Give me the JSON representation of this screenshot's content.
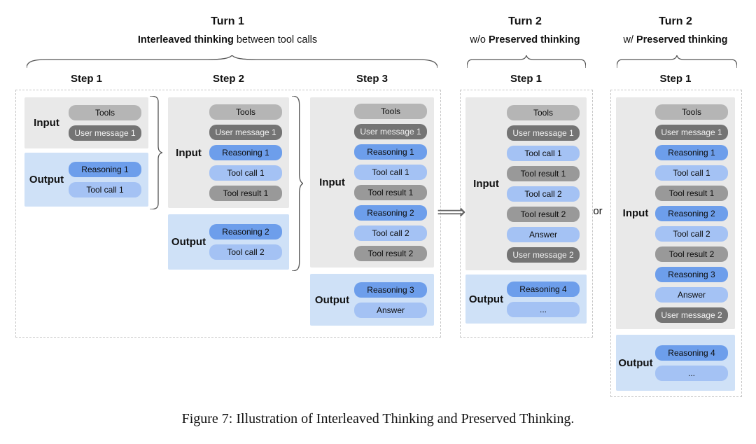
{
  "caption": "Figure 7: Illustration of Interleaved Thinking and Preserved Thinking.",
  "connectors": {
    "arrow": "⟹",
    "or": "or"
  },
  "palette": {
    "input_bg": "#e9e9e9",
    "output_bg": "#cfe1f7",
    "tools": "#b5b5b5",
    "user_message": "#747474",
    "reasoning": "#6d9eeb",
    "tool_call": "#a4c2f4",
    "tool_result": "#999999",
    "answer": "#a4c2f4",
    "ellipsis": "#a4c2f4",
    "brace_color": "#555555",
    "box_dash": "#c6c6c6"
  },
  "headers": [
    {
      "title": "Turn 1",
      "subtitle": [
        {
          "text": "Interleaved thinking",
          "bold": true
        },
        {
          "text": " between tool calls",
          "bold": false
        }
      ]
    },
    {
      "title": "Turn 2",
      "subtitle": [
        {
          "text": "w/o ",
          "bold": false
        },
        {
          "text": "Preserved thinking",
          "bold": true
        }
      ]
    },
    {
      "title": "Turn 2",
      "subtitle": [
        {
          "text": "w/ ",
          "bold": false
        },
        {
          "text": "Preserved thinking",
          "bold": true
        }
      ]
    }
  ],
  "columns": [
    {
      "step": "Step 1",
      "input_label": "Input",
      "output_label": "Output",
      "input_pills": [
        {
          "label": "Tools",
          "type": "tools"
        },
        {
          "label": "User message 1",
          "type": "user_message"
        }
      ],
      "output_pills": [
        {
          "label": "Reasoning 1",
          "type": "reasoning"
        },
        {
          "label": "Tool call 1",
          "type": "tool_call"
        }
      ]
    },
    {
      "step": "Step 2",
      "input_label": "Input",
      "output_label": "Output",
      "input_pills": [
        {
          "label": "Tools",
          "type": "tools"
        },
        {
          "label": "User message 1",
          "type": "user_message"
        },
        {
          "label": "Reasoning 1",
          "type": "reasoning"
        },
        {
          "label": "Tool call 1",
          "type": "tool_call"
        },
        {
          "label": "Tool result 1",
          "type": "tool_result"
        }
      ],
      "output_pills": [
        {
          "label": "Reasoning 2",
          "type": "reasoning"
        },
        {
          "label": "Tool call 2",
          "type": "tool_call"
        }
      ]
    },
    {
      "step": "Step 3",
      "input_label": "Input",
      "output_label": "Output",
      "input_pills": [
        {
          "label": "Tools",
          "type": "tools"
        },
        {
          "label": "User message 1",
          "type": "user_message"
        },
        {
          "label": "Reasoning 1",
          "type": "reasoning"
        },
        {
          "label": "Tool call 1",
          "type": "tool_call"
        },
        {
          "label": "Tool result 1",
          "type": "tool_result"
        },
        {
          "label": "Reasoning 2",
          "type": "reasoning"
        },
        {
          "label": "Tool call 2",
          "type": "tool_call"
        },
        {
          "label": "Tool result 2",
          "type": "tool_result"
        }
      ],
      "output_pills": [
        {
          "label": "Reasoning 3",
          "type": "reasoning"
        },
        {
          "label": "Answer",
          "type": "answer"
        }
      ]
    },
    {
      "step": "Step 1",
      "input_label": "Input",
      "output_label": "Output",
      "input_pills": [
        {
          "label": "Tools",
          "type": "tools"
        },
        {
          "label": "User message 1",
          "type": "user_message"
        },
        {
          "label": "Tool call 1",
          "type": "tool_call"
        },
        {
          "label": "Tool result 1",
          "type": "tool_result"
        },
        {
          "label": "Tool call 2",
          "type": "tool_call"
        },
        {
          "label": "Tool result 2",
          "type": "tool_result"
        },
        {
          "label": "Answer",
          "type": "answer"
        },
        {
          "label": "User message 2",
          "type": "user_message"
        }
      ],
      "output_pills": [
        {
          "label": "Reasoning 4",
          "type": "reasoning"
        },
        {
          "label": "...",
          "type": "ellipsis"
        }
      ]
    },
    {
      "step": "Step 1",
      "input_label": "Input",
      "output_label": "Output",
      "input_pills": [
        {
          "label": "Tools",
          "type": "tools"
        },
        {
          "label": "User message 1",
          "type": "user_message"
        },
        {
          "label": "Reasoning 1",
          "type": "reasoning"
        },
        {
          "label": "Tool call 1",
          "type": "tool_call"
        },
        {
          "label": "Tool result 1",
          "type": "tool_result"
        },
        {
          "label": "Reasoning 2",
          "type": "reasoning"
        },
        {
          "label": "Tool call 2",
          "type": "tool_call"
        },
        {
          "label": "Tool result 2",
          "type": "tool_result"
        },
        {
          "label": "Reasoning 3",
          "type": "reasoning"
        },
        {
          "label": "Answer",
          "type": "answer"
        },
        {
          "label": "User message 2",
          "type": "user_message"
        }
      ],
      "output_pills": [
        {
          "label": "Reasoning 4",
          "type": "reasoning"
        },
        {
          "label": "...",
          "type": "ellipsis"
        }
      ]
    }
  ]
}
